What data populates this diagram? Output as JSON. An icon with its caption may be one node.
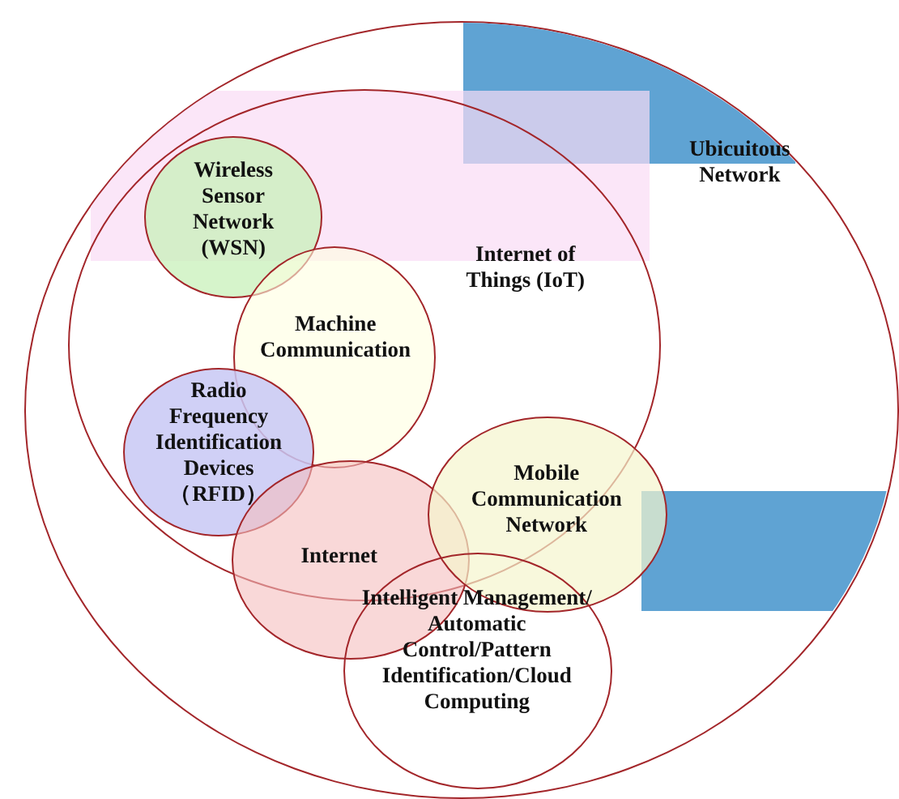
{
  "diagram": {
    "nodes": [
      {
        "text": [
          "Ubicuitous Network"
        ]
      },
      {
        "text": [
          "Internet of Things (IoT)"
        ],
        "in": 0
      },
      {
        "text": [
          "Wireless Sensor Network (WSN)"
        ],
        "in": 1
      },
      {
        "text": [
          "Machine Communication"
        ],
        "in": 1
      },
      {
        "text": [
          "Radio Frequency Identification Devices （RFID）"
        ],
        "in": 1
      },
      {
        "text": [
          "Internet"
        ],
        "in": 0
      },
      {
        "text": [
          "Mobile Communication Network"
        ],
        "in": 0
      },
      {
        "text": [
          "Intelligent Management/ Automatic Control/Pattern Identification/Cloud Computing"
        ],
        "in": 0
      }
    ],
    "edges": []
  }
}
